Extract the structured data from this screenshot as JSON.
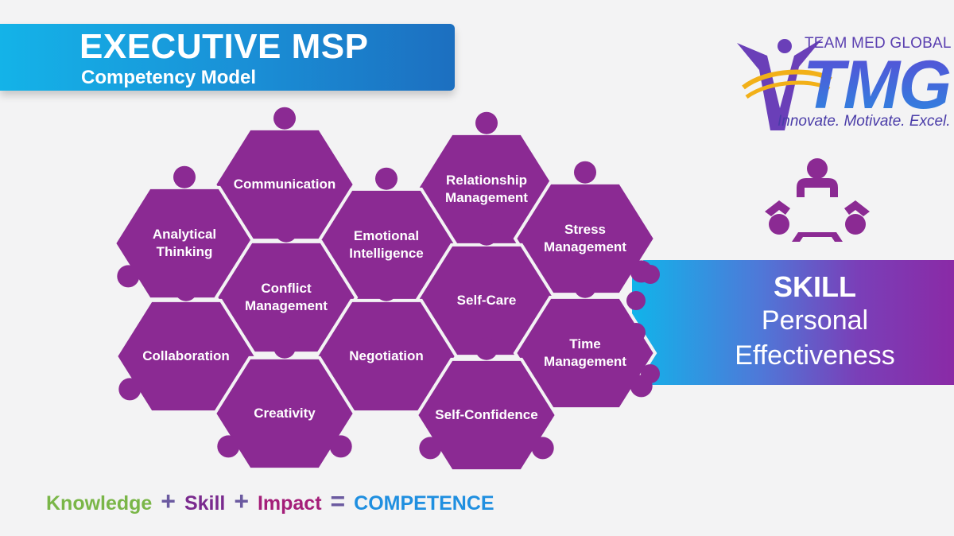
{
  "header": {
    "title": "EXECUTIVE MSP",
    "subtitle": "Competency Model"
  },
  "logo": {
    "brand": "TEAM MED GLOBAL",
    "mark": "TMG",
    "tagline": "Innovate. Motivate. Excel.",
    "icon": "leaping-figure-icon"
  },
  "category": {
    "icon": "people-group-icon",
    "title": "SKILL",
    "line1": "Personal",
    "line2": "Effectiveness"
  },
  "pieces": [
    {
      "id": "communication",
      "lines": [
        "Communication"
      ]
    },
    {
      "id": "relationship-management",
      "lines": [
        "Relationship",
        "Management"
      ]
    },
    {
      "id": "analytical-thinking",
      "lines": [
        "Analytical",
        "Thinking"
      ]
    },
    {
      "id": "emotional-intelligence",
      "lines": [
        "Emotional",
        "Intelligence"
      ]
    },
    {
      "id": "stress-management",
      "lines": [
        "Stress",
        "Management"
      ]
    },
    {
      "id": "conflict-management",
      "lines": [
        "Conflict",
        "Management"
      ]
    },
    {
      "id": "self-care",
      "lines": [
        "Self-Care"
      ]
    },
    {
      "id": "collaboration",
      "lines": [
        "Collaboration"
      ]
    },
    {
      "id": "negotiation",
      "lines": [
        "Negotiation"
      ]
    },
    {
      "id": "time-management",
      "lines": [
        "Time",
        "Management"
      ]
    },
    {
      "id": "creativity",
      "lines": [
        "Creativity"
      ]
    },
    {
      "id": "self-confidence",
      "lines": [
        "Self-Confidence"
      ]
    }
  ],
  "formula": {
    "knowledge": "Knowledge",
    "plus1": "+",
    "skill": "Skill",
    "plus2": "+",
    "impact": "Impact",
    "equals": "=",
    "competence": "COMPETENCE"
  },
  "colors": {
    "puzzle": "#8b2a93",
    "puzzle_edge": "#f3f3f4",
    "knowledge": "#7ab648",
    "skill": "#7a2a8e",
    "impact": "#a41e79",
    "competence": "#1f8fe0",
    "operator": "#6b5aa0"
  }
}
